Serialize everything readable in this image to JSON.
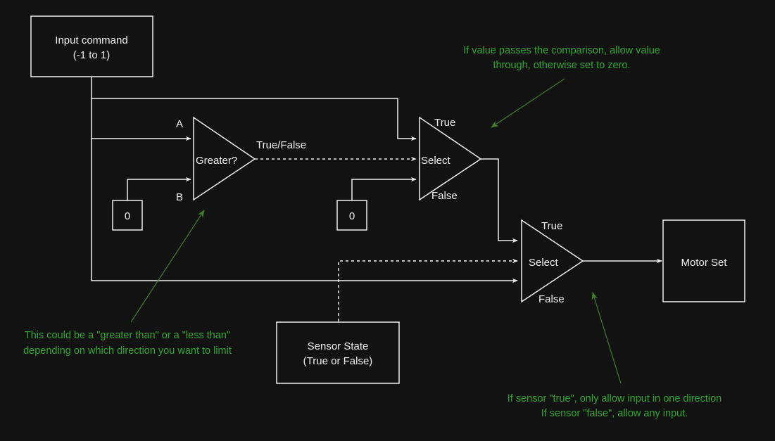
{
  "boxes": {
    "input_line1": "Input command",
    "input_line2": "(-1 to 1)",
    "zero_a": "0",
    "zero_b": "0",
    "sensor_line1": "Sensor State",
    "sensor_line2": "(True or False)",
    "motor": "Motor Set"
  },
  "blocks": {
    "greater": "Greater?",
    "select1": "Select",
    "select2": "Select"
  },
  "labels": {
    "a": "A",
    "b": "B",
    "true_false": "True/False",
    "select1_true": "True",
    "select1_false": "False",
    "select2_true": "True",
    "select2_false": "False"
  },
  "notes": {
    "top_line1": "If value passes the comparison, allow value",
    "top_line2": "through, otherwise set to zero.",
    "left_line1": "This could be a \"greater than\" or a \"less than\"",
    "left_line2": "depending on which direction you want to limit",
    "bottom_line1": "If sensor \"true\", only allow input in one direction",
    "bottom_line2": "If sensor \"false\", allow any input."
  },
  "colors": {
    "background": "#121212",
    "stroke": "#f0f0f0",
    "note_text": "#2fa82f",
    "note_arrow": "#3f7f2a"
  }
}
